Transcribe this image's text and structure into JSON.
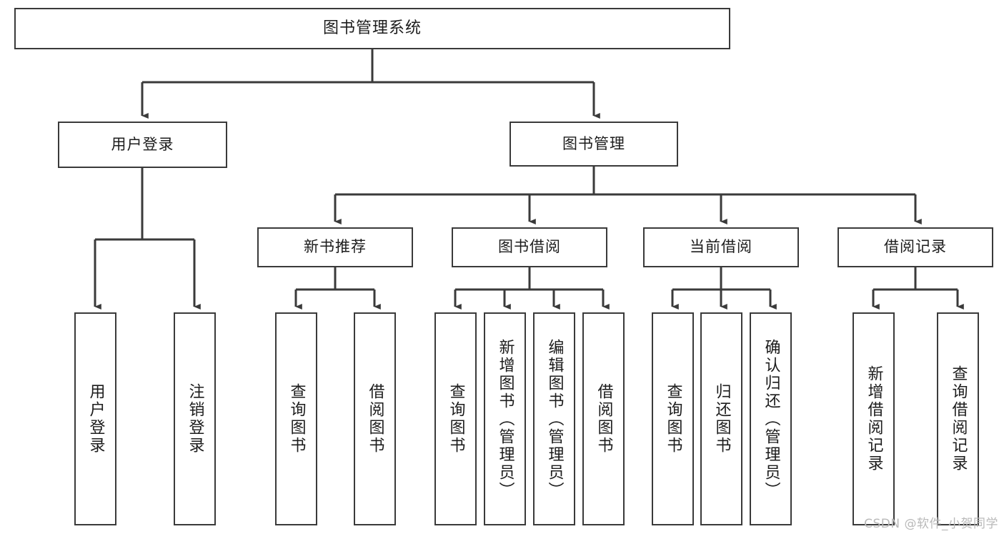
{
  "diagram": {
    "title": "图书管理系统",
    "type": "tree-hierarchy",
    "watermark": "CSDN @软件_小贺同学",
    "colors": {
      "stroke": "#3a3a3a",
      "fill": "#ffffff",
      "text": "#1c1c1c",
      "watermark": "#b9b9b9"
    },
    "root": {
      "label": "图书管理系统"
    },
    "level2": [
      {
        "key": "user_login",
        "label": "用户登录"
      },
      {
        "key": "book_manage",
        "label": "图书管理"
      }
    ],
    "level3": [
      {
        "key": "new_book_rec",
        "label": "新书推荐"
      },
      {
        "key": "book_borrow",
        "label": "图书借阅"
      },
      {
        "key": "current_borrow",
        "label": "当前借阅"
      },
      {
        "key": "borrow_record",
        "label": "借阅记录"
      }
    ],
    "leaves": {
      "user_login": [
        {
          "label": "用户登录"
        },
        {
          "label": "注销登录"
        }
      ],
      "new_book_rec": [
        {
          "label": "查询图书"
        },
        {
          "label": "借阅图书"
        }
      ],
      "book_borrow": [
        {
          "label": "查询图书"
        },
        {
          "label": "新增图书（管理员）"
        },
        {
          "label": "编辑图书（管理员）"
        },
        {
          "label": "借阅图书"
        }
      ],
      "current_borrow": [
        {
          "label": "查询图书"
        },
        {
          "label": "归还图书"
        },
        {
          "label": "确认归还（管理员）"
        }
      ],
      "borrow_record": [
        {
          "label": "新增借阅记录"
        },
        {
          "label": "查询借阅记录"
        }
      ]
    }
  }
}
